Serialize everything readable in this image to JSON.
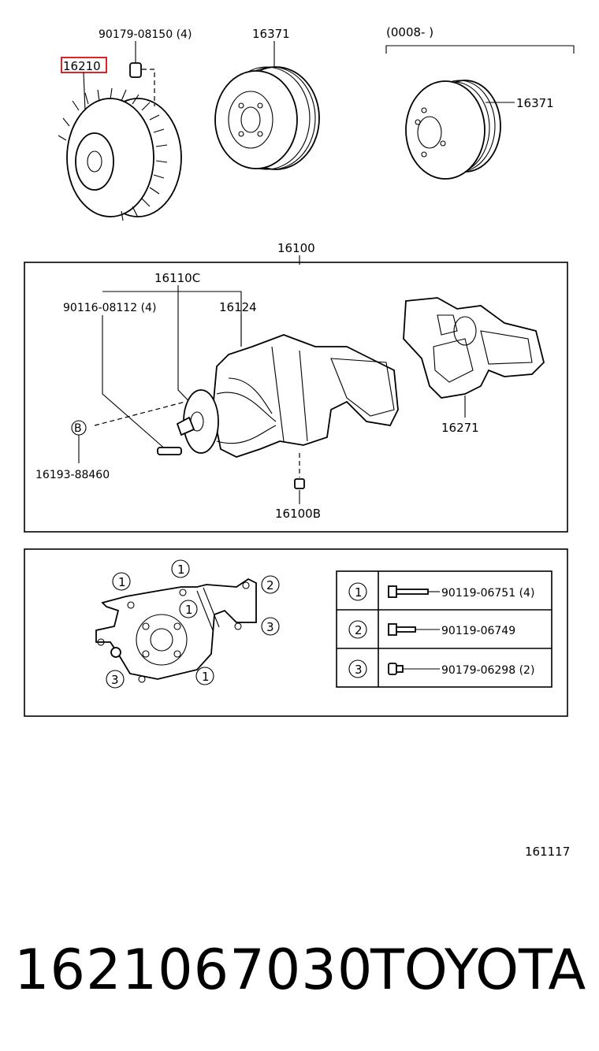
{
  "top": {
    "fan_clutch_label": "16210",
    "nut_label": "90179-08150 (4)",
    "pulley_label": "16371",
    "date_range_label": "(0008-       )",
    "pulley_label_2": "16371"
  },
  "pump_box": {
    "assembly_label": "16100",
    "impeller_label": "16110C",
    "stud_label": "90116-08112 (4)",
    "seal_label": "16124",
    "gasket_label": "16271",
    "plug_label": "16193-88460",
    "plug_marker": "B",
    "drain_label": "16100B"
  },
  "bolt_box": {
    "callouts": [
      "1",
      "1",
      "1",
      "2",
      "3",
      "3",
      "1"
    ],
    "table": [
      {
        "key": "1",
        "part": "90119-06751 (4)"
      },
      {
        "key": "2",
        "part": "90119-06749"
      },
      {
        "key": "3",
        "part": "90179-06298 (2)"
      }
    ]
  },
  "diagram_code": "161117",
  "footer": {
    "part_number": "1621067030",
    "brand": "TOYOTA"
  },
  "colors": {
    "highlight": "#e0222a",
    "ink": "#000000"
  }
}
